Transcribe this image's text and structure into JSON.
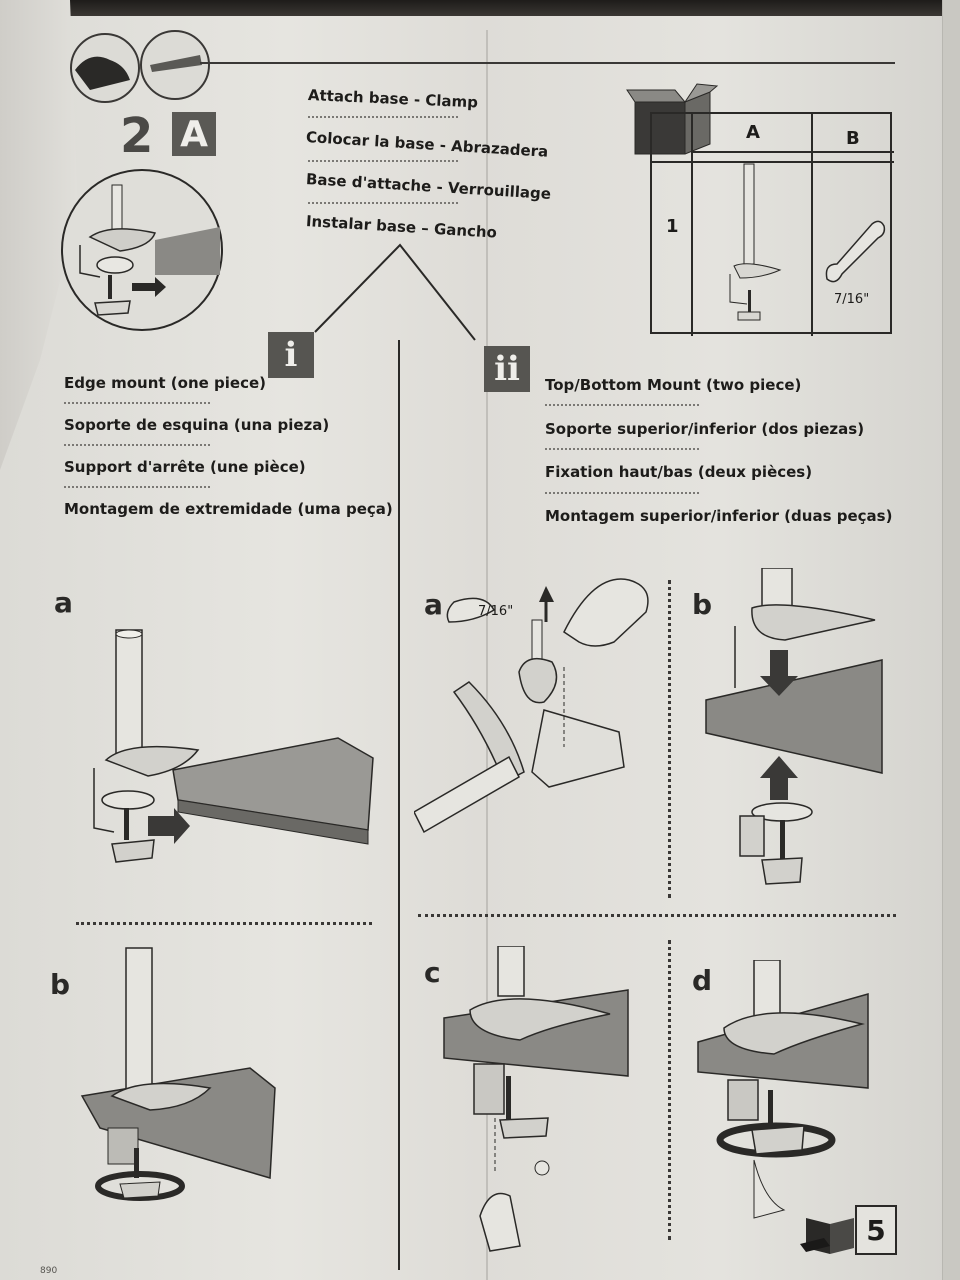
{
  "step": {
    "number": "2",
    "letter": "A"
  },
  "titles": [
    "Attach base - Clamp",
    "Colocar la base - Abrazadera",
    "Base d'attache - Verrouillage",
    "Instalar base – Gancho"
  ],
  "markers": {
    "option1": "i",
    "option2": "ii"
  },
  "option1_labels": [
    "Edge mount (one piece)",
    "Soporte de esquina (una pieza)",
    "Support d'arrête (une pièce)",
    "Montagem de extremidade (uma peça)"
  ],
  "option2_labels": [
    "Top/Bottom Mount (two piece)",
    "Soporte superior/inferior (dos piezas)",
    "Fixation haut/bas (deux pièces)",
    "Montagem superior/inferior (duas peças)"
  ],
  "parts_table": {
    "col_a": "A",
    "col_b": "B",
    "row": "1",
    "wrench_size": "7/16\""
  },
  "substeps": {
    "left_a": "a",
    "left_b": "b",
    "right_a": "a",
    "right_b": "b",
    "right_c": "c",
    "right_d": "d"
  },
  "wrench_label": "7/16\"",
  "page_number": "5",
  "footer": "890"
}
